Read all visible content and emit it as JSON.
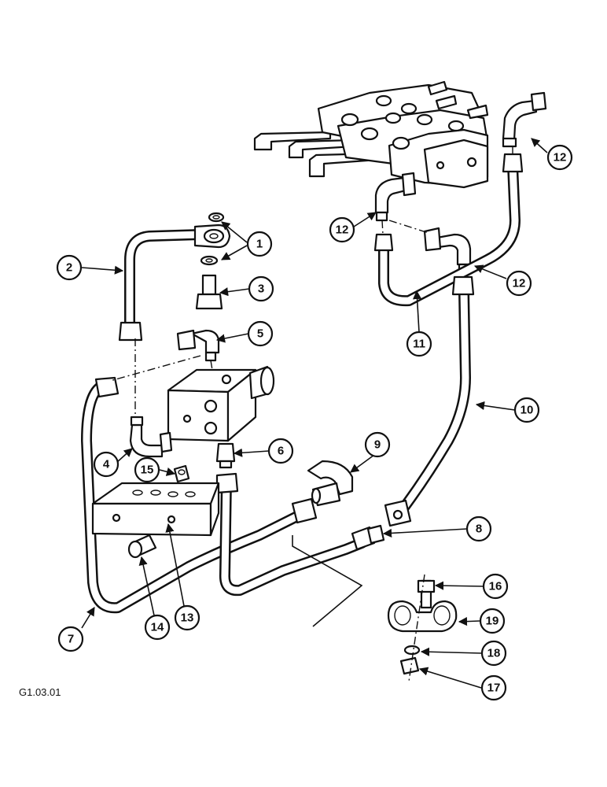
{
  "callouts": {
    "c1": "1",
    "c2": "2",
    "c3": "3",
    "c4": "4",
    "c5": "5",
    "c6": "6",
    "c7": "7",
    "c8": "8",
    "c9": "9",
    "c10": "10",
    "c11": "11",
    "c12a": "12",
    "c12b": "12",
    "c12c": "12",
    "c13": "13",
    "c14": "14",
    "c15": "15",
    "c16": "16",
    "c17": "17",
    "c18": "18",
    "c19": "19"
  },
  "reference_code": "G1.03.01"
}
